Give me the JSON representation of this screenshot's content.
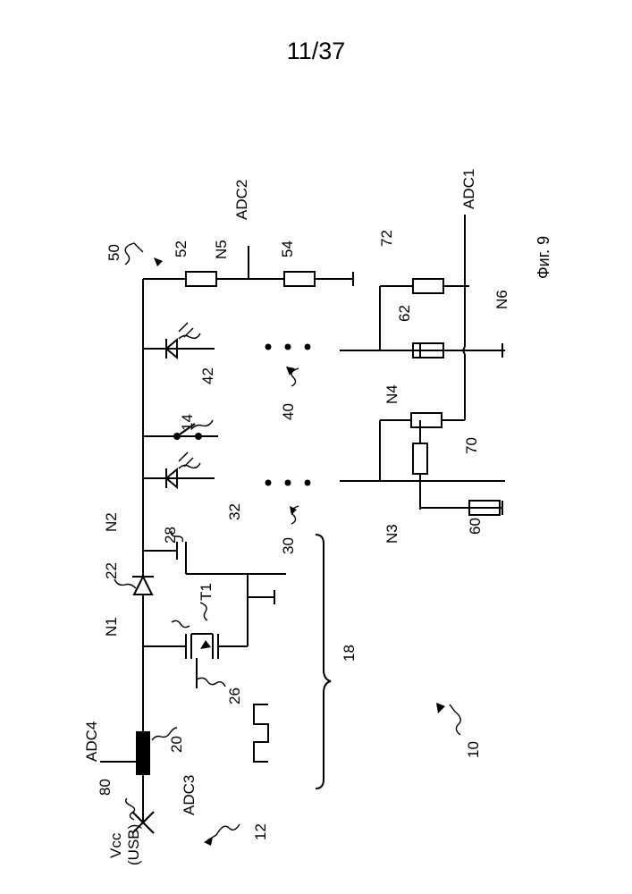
{
  "page_number": "11/37",
  "figure_caption": "Фиг. 9",
  "labels": {
    "vcc": "Vcc",
    "usb": "(USB)",
    "adc1": "ADC1",
    "adc2": "ADC2",
    "adc3": "ADC3",
    "adc4": "ADC4",
    "t1": "T1",
    "n1": "N1",
    "n2": "N2",
    "n3": "N3",
    "n4": "N4",
    "n5": "N5",
    "n6": "N6"
  },
  "refs": {
    "r10": "10",
    "r12": "12",
    "r14": "14",
    "r18": "18",
    "r20": "20",
    "r22": "22",
    "r26": "26",
    "r28": "28",
    "r30": "30",
    "r32": "32",
    "r40": "40",
    "r42": "42",
    "r50": "50",
    "r52": "52",
    "r54": "54",
    "r60": "60",
    "r62": "62",
    "r70": "70",
    "r72": "72",
    "r80": "80"
  }
}
